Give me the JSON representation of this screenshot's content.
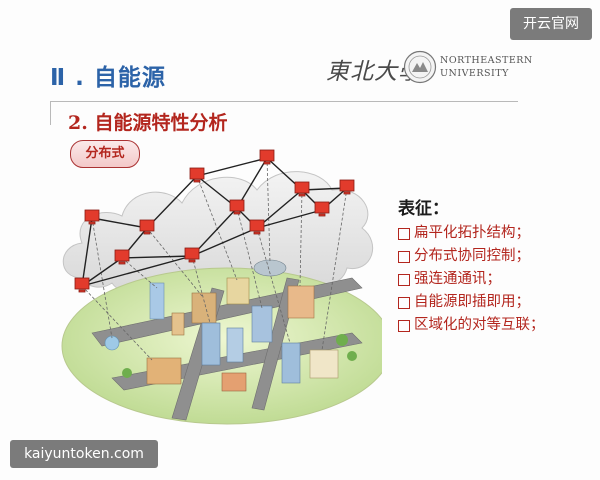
{
  "header": {
    "section_title": "Ⅱ . 自能源",
    "logo_cn": "東北大學",
    "logo_en_line1": "NORTHEASTERN",
    "logo_en_line2": "UNIVERSITY"
  },
  "subtitle": "2. 自能源特性分析",
  "badge": "分布式",
  "features": {
    "title": "表征：",
    "items": [
      "扁平化拓扑结构；",
      "分布式协同控制；",
      "强连通通讯；",
      "自能源即插即用；",
      "区域化的对等互联；"
    ]
  },
  "watermarks": {
    "top_right": "开云官网",
    "bottom_left": "kaiyuntoken.com"
  },
  "colors": {
    "section_blue": "#2c63a8",
    "accent_red": "#b3261e"
  }
}
